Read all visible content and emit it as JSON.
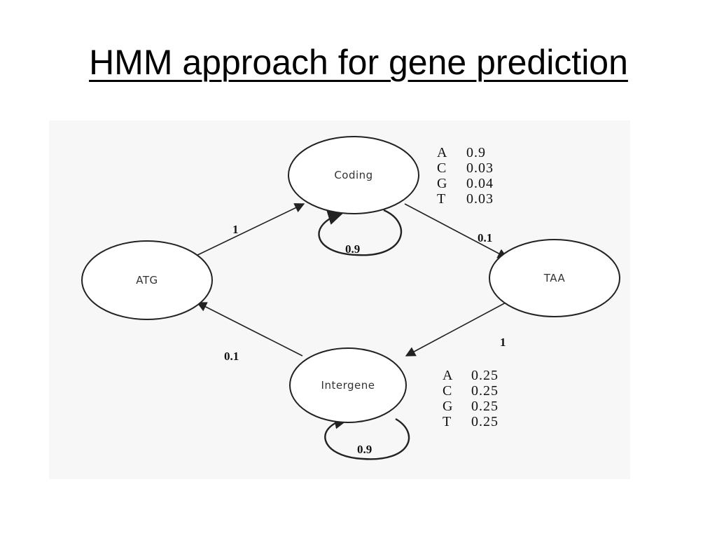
{
  "title": "HMM approach for gene prediction",
  "states": {
    "coding": "Coding",
    "atg": "ATG",
    "taa": "TAA",
    "intergene": "Intergene"
  },
  "transitions": {
    "atg_to_coding": "1",
    "coding_self": "0.9",
    "coding_to_taa": "0.1",
    "taa_to_intergene": "1",
    "intergene_to_atg": "0.1",
    "intergene_self": "0.9"
  },
  "emissions": {
    "coding": [
      {
        "base": "A",
        "prob": "0.9"
      },
      {
        "base": "C",
        "prob": "0.03"
      },
      {
        "base": "G",
        "prob": "0.04"
      },
      {
        "base": "T",
        "prob": "0.03"
      }
    ],
    "intergene": [
      {
        "base": "A",
        "prob": "0.25"
      },
      {
        "base": "C",
        "prob": "0.25"
      },
      {
        "base": "G",
        "prob": "0.25"
      },
      {
        "base": "T",
        "prob": "0.25"
      }
    ]
  },
  "colors": {
    "ink": "#222222",
    "background": "#ffffff"
  }
}
